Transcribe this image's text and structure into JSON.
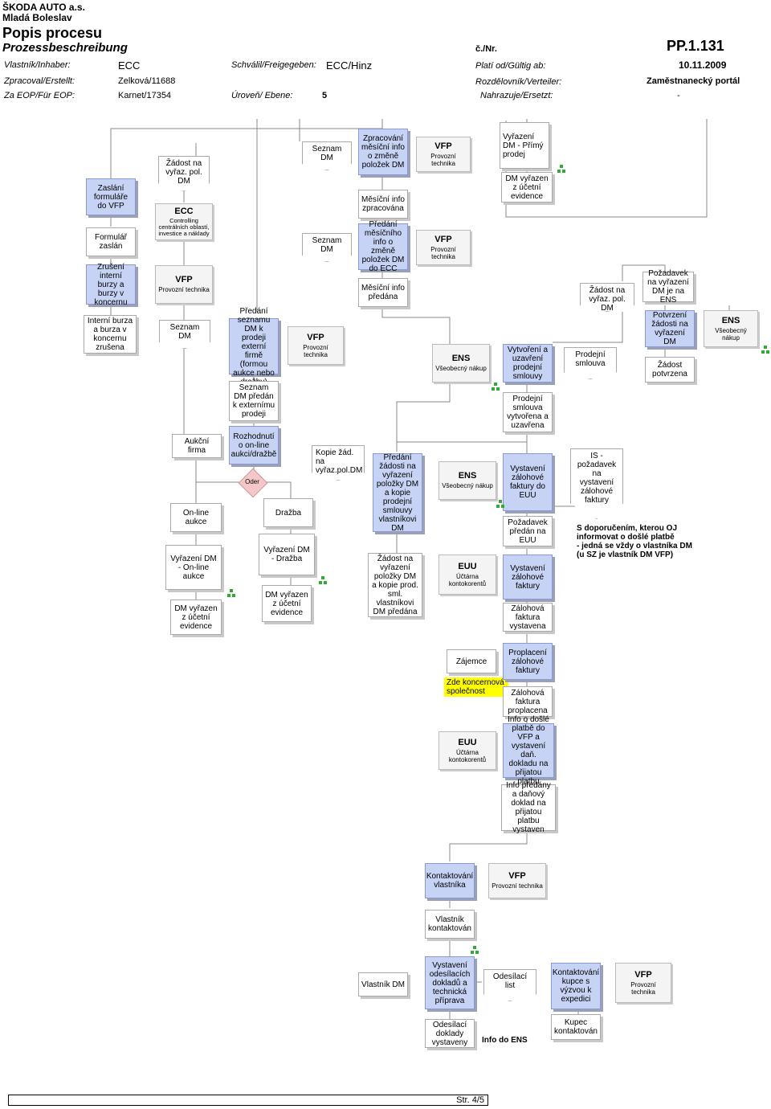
{
  "header": {
    "company": "ŠKODA AUTO a.s.",
    "city": "Mladá Boleslav",
    "title": "Popis procesu",
    "subtitle": "Prozessbeschreibung",
    "cnr_label": "č./Nr.",
    "doc_number": "PP.1.131",
    "owner_label": "Vlastník/Inhaber:",
    "owner_value": "ECC",
    "approved_label": "Schválil/Freigegeben:",
    "approved_value": "ECC/Hinz",
    "valid_label": "Platí od/Gültig ab:",
    "valid_value": "10.11.2009",
    "prepared_label": "Zpracoval/Erstellt:",
    "prepared_value": "Zelková/11688",
    "distributor_label": "Rozdělovník/Verteiler:",
    "distributor_value": "Zaměstnanecký portál",
    "eop_label": "Za EOP/Für EOP:",
    "eop_value": "Karnet/17354",
    "level_label": "Úroveň/ Ebene:",
    "level_value": "5",
    "replaces_label": "Nahrazuje/Ersetzt:",
    "replaces_value": "-"
  },
  "nodes": {
    "zaslani": "Zaslání formuláře do VFP",
    "formular": "Formulář zaslán",
    "zruseni": "Zrušení interní burzy a burzy v koncernu",
    "interni": "Interní burza a burza v koncernu zrušena",
    "zadost1": "Žádost na vyřaz. pol. DM",
    "ecc_t": "ECC",
    "ecc_s": "Controlling centrálních oblastí, investice a náklady",
    "vfp1_t": "VFP",
    "vfp1_s": "Provozní technika",
    "seznam1": "Seznam DM",
    "predani_seznamu": "Předání seznamu DM k prodeji externí firmě (formou aukce nebo dražby)",
    "vfp2_t": "VFP",
    "vfp2_s": "Provozní technika",
    "seznam_predan": "Seznam DM předán k externímu prodeji",
    "aukcni": "Aukční firma",
    "rozhodnuti": "Rozhodnutí o on-line aukci/dražbě",
    "xor": "Oder",
    "online": "On-line aukce",
    "drazba": "Dražba",
    "vyrazeni_online": "Vyřazení DM - On-line aukce",
    "vyrazeni_drazba": "Vyřazení DM - Dražba",
    "dm_vyrazen1": "DM vyřazen z účetní evidence",
    "dm_vyrazen2": "DM vyřazen z účetní evidence",
    "seznam2": "Seznam DM",
    "seznam3": "Seznam DM",
    "zpracovani": "Zpracování měsíční info o změně položek DM",
    "mesicni_zprac": "Měsíční info zpracována",
    "predani_mes": "Předání měsíčního info o změně položek DM do ECC",
    "mesicni_pred": "Měsíční info předána",
    "vfp3_t": "VFP",
    "vfp3_s": "Provozní technika",
    "vfp4_t": "VFP",
    "vfp4_s": "Provozní technika",
    "vyrazeni_primy": "Vyřazení DM - Přímý prodej",
    "dm_vyrazen3": "DM vyřazen z účetní evidence",
    "zadost2": "Žádost na vyřaz. pol. DM",
    "pozadavek_ens": "Požadavek na vyřazení DM je na ENS",
    "potvrzeni": "Potvrzení žádosti na vyřazení DM",
    "zadost_potvrzena": "Žádost potvrzena",
    "ens1_t": "ENS",
    "ens1_s": "Všeobecný nákup",
    "ens2_t": "ENS",
    "ens2_s": "Všeobecný nákup",
    "vytvoreni_sml": "Vytvoření a uzavření prodejní smlouvy",
    "prodejni_sml_doc": "Prodejní smlouva",
    "prodejni_vytvorena": "Prodejní smlouva vytvořena a uzavřena",
    "kopie": "Kopie žád. na vyřaz.pol.DM",
    "predani_zadosti": "Předání žádosti na vyřazení položky DM a kopie prodejní smlouvy vlastníkovi DM",
    "zadost_predana": "Žádost na vyřazení položky DM a kopie prod. sml. vlastníkovi DM předána",
    "ens3_t": "ENS",
    "ens3_s": "Všeobecný nákup",
    "euu1_t": "EUU",
    "euu1_s": "Účtárna kontokorentů",
    "vystaveni_zal_euu": "Vystavení zálohové faktury do EUU",
    "pozadavek_euu": "Požadavek předán na EUU",
    "vystaveni_zal": "Vystavení zálohové faktury",
    "zal_vystavena": "Zálohová faktura vystavena",
    "is_doc": "IS - požadavek na vystavení zálohové faktury",
    "note_line1": "S doporučením, kterou OJ",
    "note_line2": "informovat o došlé platbě",
    "note_line3": "- jedná se vždy o vlastníka DM",
    "note_line4": "(u SZ je vlastník DM VFP)",
    "zajemce": "Zájemce",
    "zde": "Zde koncernová společnost",
    "proplaceni": "Proplacení zálohové faktury",
    "zal_proplacena": "Zálohová faktura proplacena",
    "euu2_t": "EUU",
    "euu2_s": "Účtárna kontokorentů",
    "info_dosle": "Info o došlé platbě do VFP a vystavení daň. dokladu na přijatou platbu",
    "info_predany": "Info předány a daňový doklad na přijatou platbu vystaven",
    "kontaktovani_vl": "Kontaktování vlastníka",
    "vfp5_t": "VFP",
    "vfp5_s": "Provozní technika",
    "vlastnik_kont": "Vlastník kontaktován",
    "vlastnik_dm": "Vlastník DM",
    "vystaveni_odes": "Vystavení odesílacích dokladů a technická příprava",
    "odesilaci_list": "Odesílací list",
    "kontaktovani_kup": "Kontaktování kupce s výzvou k expedici",
    "vfp6_t": "VFP",
    "vfp6_s": "Provozní technika",
    "odesilaci_doklady": "Odesílací doklady vystaveny",
    "info_ens": "Info do ENS",
    "kupec": "Kupec kontaktován"
  },
  "footer": {
    "page": "Str. 4/5"
  },
  "colors": {
    "function": "#c6d3f4",
    "event": "#ffffff",
    "xor": "#f4c8c8",
    "highlight": "#ffff00"
  }
}
